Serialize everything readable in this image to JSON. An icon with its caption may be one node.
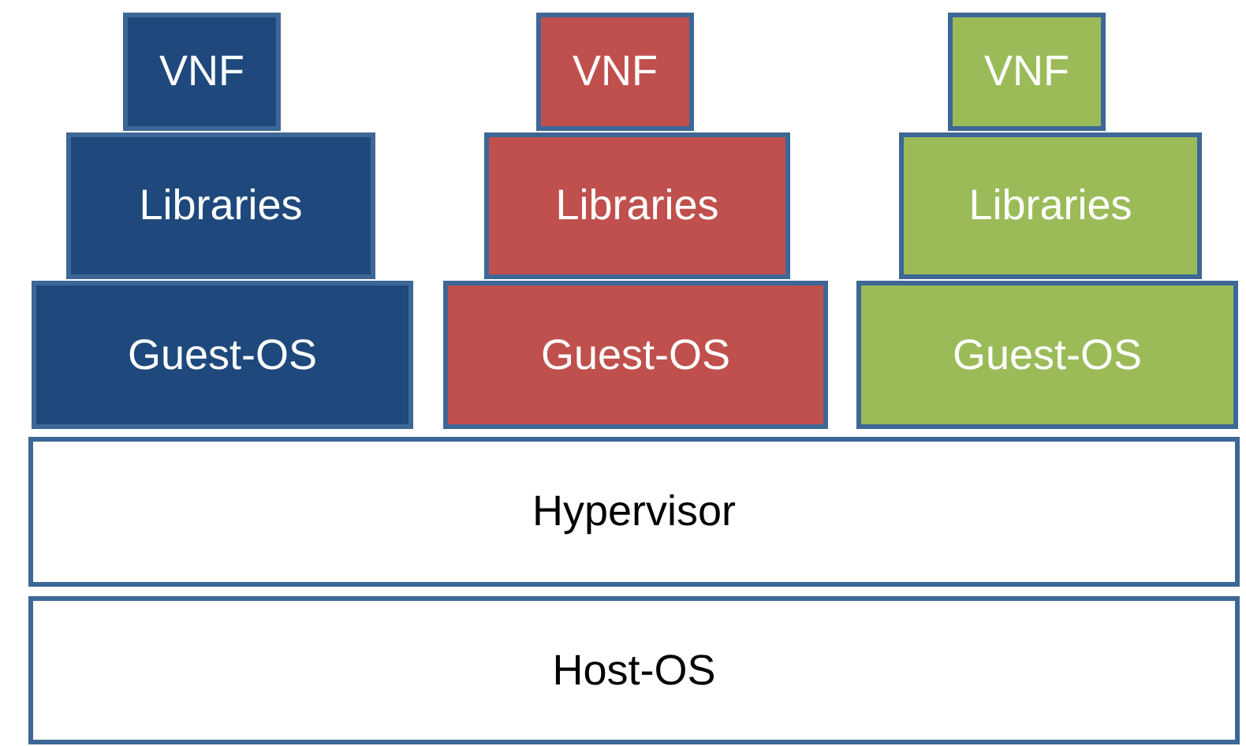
{
  "diagram": {
    "nodes": [
      {
        "text": [
          "VNF"
        ]
      },
      {
        "text": [
          "VNF"
        ]
      },
      {
        "text": [
          "VNF"
        ]
      },
      {
        "text": [
          "Libraries"
        ]
      },
      {
        "text": [
          "Libraries"
        ]
      },
      {
        "text": [
          "Libraries"
        ]
      },
      {
        "text": [
          "Guest-OS"
        ]
      },
      {
        "text": [
          "Guest-OS"
        ]
      },
      {
        "text": [
          "Guest-OS"
        ]
      },
      {
        "text": [
          "Hypervisor"
        ]
      },
      {
        "text": [
          "Host-OS"
        ]
      }
    ]
  }
}
